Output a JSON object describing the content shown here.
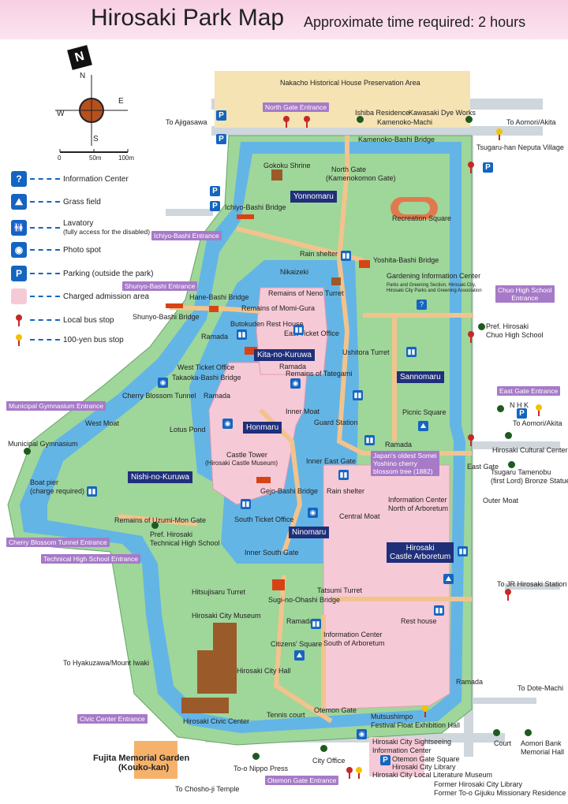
{
  "header": {
    "title": "Hirosaki Park Map",
    "subtitle": "Approximate time required: 2 hours"
  },
  "compass": {
    "n": "N",
    "s": "S",
    "e": "E",
    "w": "W"
  },
  "scale": {
    "t0": "0",
    "t1": "50m",
    "t2": "100m"
  },
  "legend": [
    {
      "icon": "info-icon",
      "glyph": "?",
      "text": "Information Center"
    },
    {
      "icon": "grass-icon",
      "glyph": "⛰",
      "text": "Grass field"
    },
    {
      "icon": "lavatory-icon",
      "glyph": "🚻",
      "text": "Lavatory",
      "text2": "(fully access for the disabled)"
    },
    {
      "icon": "camera-icon",
      "glyph": "📷",
      "text": "Photo spot"
    },
    {
      "icon": "parking-icon",
      "glyph": "P",
      "text": "Parking (outside the park)"
    },
    {
      "icon": "charged-area-icon",
      "glyph": "",
      "text": "Charged admission area"
    },
    {
      "icon": "local-bus-icon",
      "glyph": "",
      "text": "Local bus stop"
    },
    {
      "icon": "100yen-bus-icon",
      "glyph": "",
      "text": "100-yen bus stop"
    }
  ],
  "areas": {
    "yonnomaru": "Yonnomaru",
    "kita": "Kita-no-Kuruwa",
    "sannomaru": "Sannomaru",
    "honmaru": "Honmaru",
    "nishi": "Nishi-no-Kuruwa",
    "ninomaru": "Ninomaru",
    "arboretum1": "Hirosaki",
    "arboretum2": "Castle Arboretum"
  },
  "entrances": {
    "north": "North Gate Entrance",
    "ichiyo": "Ichiyo-Bashi Entrance",
    "shunyo": "Shunyo-Bashi Entrance",
    "chuo1": "Chuo High School",
    "chuo2": "Entrance",
    "gym": "Municipal Gymnasium Entrance",
    "east": "East Gate Entrance",
    "cherry": "Cherry Blossom Tunnel Entrance",
    "tech": "Technical High School Entrance",
    "civic": "Civic Center Entrance",
    "otemon": "Otemon Gate Entrance",
    "somei1": "Japan's oldest Somei",
    "somei2": "Yoshino cherry",
    "somei3": "blossom tree (1882)"
  },
  "labels": {
    "nakacho": "Nakacho Historical House Preservation Area",
    "ishiba": "Ishiba Residence",
    "kawasaki": "Kawasaki Dye Works",
    "kamenoko_machi": "Kamenoko-Machi",
    "to_ajigasawa": "To Ajigasawa",
    "to_aomori": "To Aomori/Akita",
    "tsugaru_neputa": "Tsugaru-han Neputa Village",
    "kamenoko_bridge": "Kamenoko-Bashi Bridge",
    "north_gate1": "North Gate",
    "north_gate2": "(Kamenokomon Gate)",
    "gokoku": "Gokoku Shrine",
    "ichiyo_bridge": "Ichiyo-Bashi Bridge",
    "recreation": "Recreation Square",
    "rain_shelter1": "Rain shelter",
    "yoshita": "Yoshita-Bashi Bridge",
    "nikaizeki": "Nikaizeki",
    "gardening1": "Gardening Information Center",
    "gardening2": "Parks and Greening Section, Hirosaki City,",
    "gardening3": "Hirosaki City Parks and Greening Association",
    "hane": "Hane-Bashi Bridge",
    "neno": "Remains of Neno Turret",
    "momi": "Remains of Momi-Gura",
    "shunyo_bridge": "Shunyo-Bashi Bridge",
    "butokuden": "Butokuden Rest House",
    "east_ticket": "East Ticket Office",
    "pref_chuo1": "Pref. Hirosaki",
    "pref_chuo2": "Chuo High School",
    "ramada": "Ramada",
    "ushitora": "Ushitora Turret",
    "west_ticket": "West Ticket Office",
    "takaoka": "Takaoka-Bashi Bridge",
    "tategami": "Remains of Tategami",
    "cherry_tunnel": "Cherry Blossom Tunnel",
    "west_moat": "West Moat",
    "nhk": "N H K",
    "to_aomori2": "To Aomori/Akita",
    "inner_moat": "Inner Moat",
    "picnic": "Picnic Square",
    "guard": "Guard Station",
    "lotus": "Lotus Pond",
    "municipal_gym": "Municipal Gymnasium",
    "culture": "Hirosaki Cultural Center",
    "castle_tower1": "Castle  Tower",
    "castle_tower2": "(Hirosaki Castle Museum)",
    "inner_east": "Inner East Gate",
    "east_gate": "East Gate",
    "tamenobu1": "Tsugaru Tamenobu",
    "tamenobu2": "(first Lord) Bronze Statue",
    "boat1": "Boat pier",
    "boat2": "(charge required)",
    "gejo": "Gejo-Bashi Bridge",
    "rain_shelter2": "Rain shelter",
    "info_north1": "Information Center",
    "info_north2": "North of Arboretum",
    "outer_moat": "Outer Moat",
    "south_ticket": "South Ticket Office",
    "central_moat": "Central Moat",
    "uzumi": "Remains of Uzumi-Mon Gate",
    "pref_tech1": "Pref. Hirosaki",
    "pref_tech2": "Technical High School",
    "inner_south": "Inner South Gate",
    "hitsujisaru": "Hitsujisaru Turret",
    "to_jr": "To JR Hirosaki Station",
    "tatsumi": "Tatsumi Turret",
    "sugi": "Sugi-no-Ohashi Bridge",
    "museum": "Hirosaki City Museum",
    "ramada2": "Ramada",
    "info_south1": "Information Center",
    "info_south2": "South of Arboretum",
    "rest_house": "Rest house",
    "citizens": "Citizens' Square",
    "to_hyakuzawa": "To Hyakuzawa/Mount Iwaki",
    "city_hall": "Hirosaki City Hall",
    "ramada3": "Ramada",
    "to_dote": "To Dote-Machi",
    "tennis": "Tennis court",
    "otemon_gate": "Otemon Gate",
    "civic_center": "Hirosaki Civic Center",
    "mutsu1": "Mutsushimpo",
    "mutsu2": "Festival Float Exhibition Hall",
    "court": "Court",
    "aomori_bank1": "Aomori Bank",
    "aomori_bank2": "Memorial Hall",
    "fujita1": "Fujita Memorial Garden",
    "fujita2": "(Kouko-kan)",
    "sightseeing1": "Hirosaki City Sightseeing",
    "sightseeing2": "Information Center",
    "otemon_sq": "Otemon Gate Square",
    "city_library": "Hirosaki City Library",
    "local_lit": "Hirosaki City Local Literature Museum",
    "too_nippo": "To-o Nippo Press",
    "city_office": "City Office",
    "chosho": "To Chosho-ji Temple",
    "former_lib": "Former Hirosaki City Library",
    "former_res": "Former To-o Gijuku Missionary Residence"
  },
  "colors": {
    "park_green": "#9fd69a",
    "path": "#f2c38d",
    "moat": "#63b5e6",
    "charged": "#f6c9d6",
    "header": "#f7cfe3",
    "entrance": "#a77ac8",
    "area": "#1f2f7a"
  }
}
